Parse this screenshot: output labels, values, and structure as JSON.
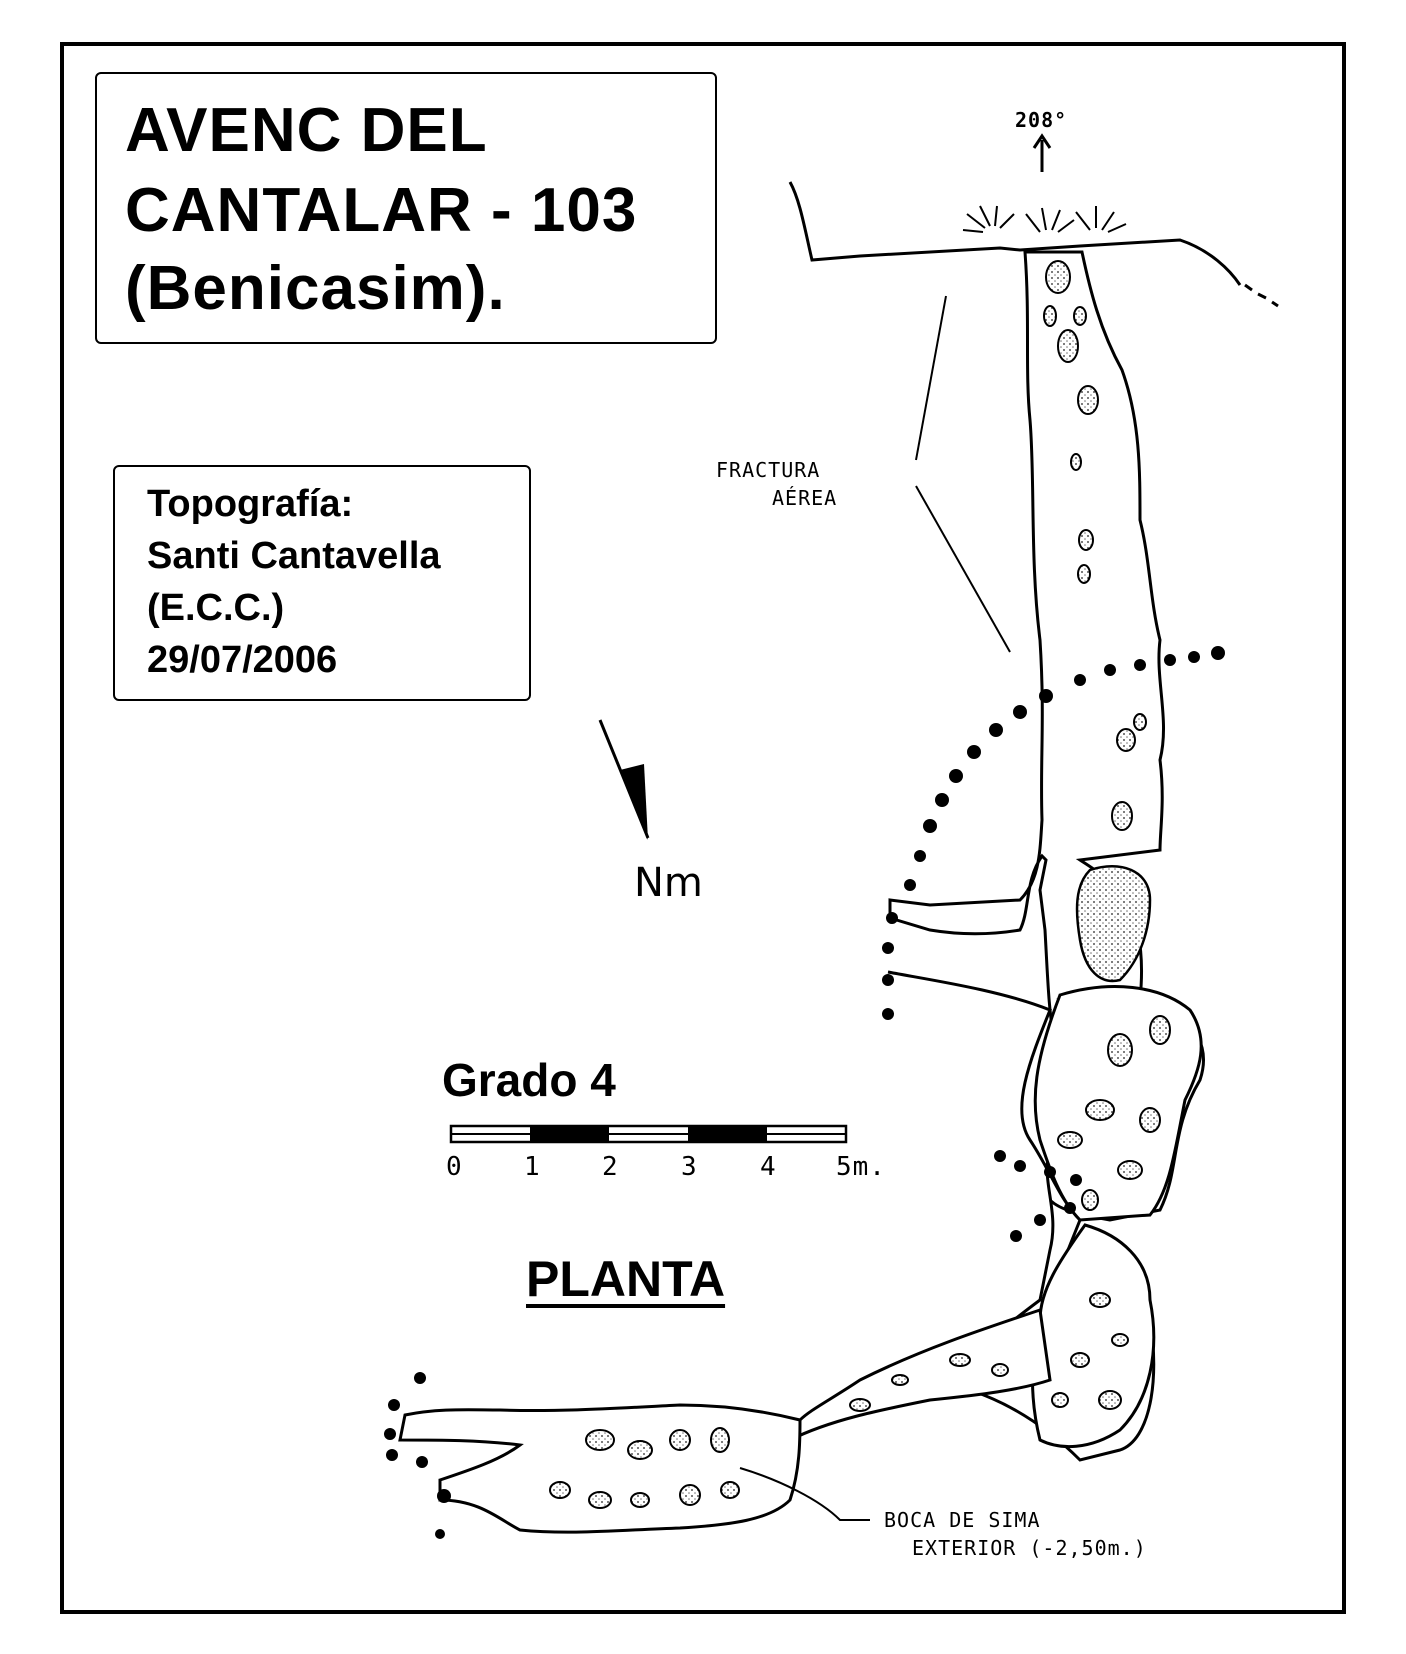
{
  "title": {
    "line1": "AVENC  DEL",
    "line2": "CANTALAR - 103",
    "line3": "(Benicasim)."
  },
  "credits": {
    "line1": "Topografía:",
    "line2": "Santi Cantavella",
    "line3": "(E.C.C.)",
    "line4": "29/07/2006"
  },
  "bearing": "208°",
  "north_label": "Nm",
  "annotations": {
    "fracture_line1": "FRACTURA",
    "fracture_line2": "AÉREA",
    "entrance_line1": "BOCA DE SIMA",
    "entrance_line2": "EXTERIOR (-2,50m.)"
  },
  "grade": "Grado  4",
  "scale": {
    "labels": [
      "0",
      "1",
      "2",
      "3",
      "4",
      "5m."
    ]
  },
  "view_label": "PLANTA",
  "colors": {
    "ink": "#000000",
    "paper": "#ffffff",
    "stipple": "#c8c8c8"
  }
}
